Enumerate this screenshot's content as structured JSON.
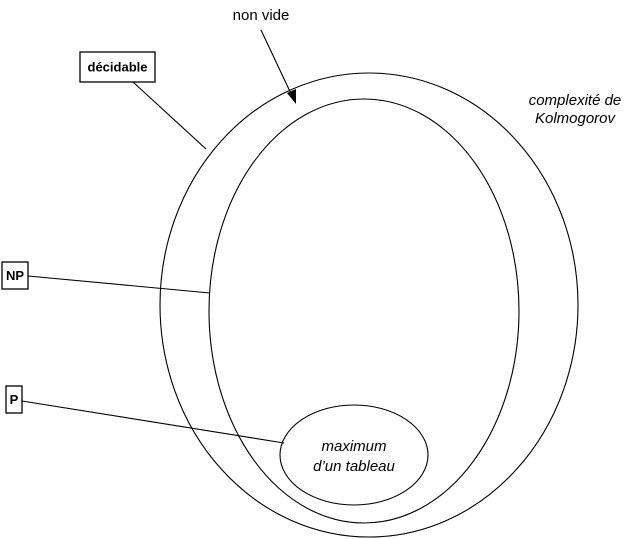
{
  "labels": {
    "decidable": "décidable",
    "np": "NP",
    "p": "P",
    "non_vide": "non vide",
    "kolmogorov_line1": "complexité de",
    "kolmogorov_line2": "Kolmogorov",
    "maximum_line1": "maximum",
    "maximum_line2": "d’un tableau"
  }
}
